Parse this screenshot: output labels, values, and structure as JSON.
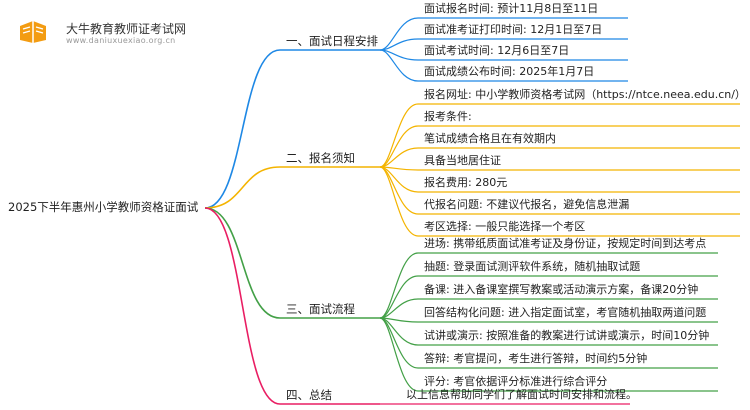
{
  "logo": {
    "title": "大牛教育教师证考试网",
    "subtitle": "www.daniuxuexiao.org.cn"
  },
  "root": "2025下半年惠州小学教师资格证面试",
  "branches": [
    {
      "label": "一、面试日程安排",
      "color": "#1e88e5",
      "children": [
        "面试报名时间: 预计11月8日至11日",
        "面试准考证打印时间: 12月1日至7日",
        "面试考试时间: 12月6日至7日",
        "面试成绩公布时间: 2025年1月7日"
      ]
    },
    {
      "label": "二、报名须知",
      "color": "#f4b400",
      "children": [
        "报名网址: 中小学教师资格考试网（https://ntce.neea.edu.cn/）",
        "报考条件:",
        "笔试成绩合格且在有效期内",
        "具备当地居住证",
        "报名费用: 280元",
        "代报名问题: 不建议代报名，避免信息泄漏",
        "考区选择: 一般只能选择一个考区"
      ]
    },
    {
      "label": "三、面试流程",
      "color": "#43a047",
      "children": [
        "进场: 携带纸质面试准考证及身份证，按规定时间到达考点",
        "抽题: 登录面试测评软件系统，随机抽取试题",
        "备课: 进入备课室撰写教案或活动演示方案，备课20分钟",
        "回答结构化问题: 进入指定面试室，考官随机抽取两道问题",
        "试讲或演示: 按照准备的教案进行试讲或演示，时间10分钟",
        "答辩: 考官提问，考生进行答辩，时间约5分钟",
        "评分: 考官依据评分标准进行综合评分"
      ]
    },
    {
      "label": "四、总结",
      "color": "#e91e63",
      "children": [
        "以上信息帮助同学们了解面试时间安排和流程。"
      ]
    }
  ]
}
